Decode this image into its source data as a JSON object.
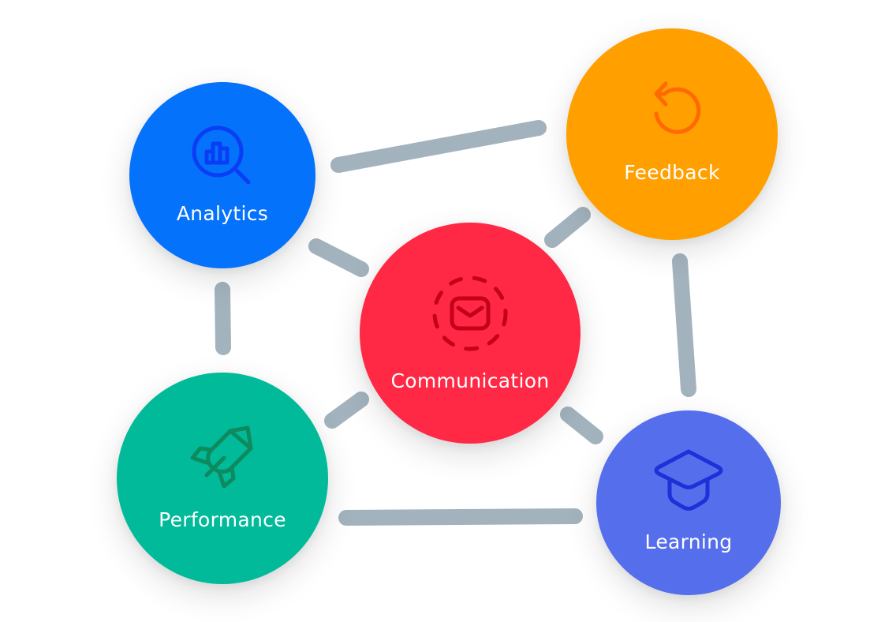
{
  "diagram": {
    "type": "network",
    "nodes": [
      {
        "id": "analytics",
        "label": "Analytics",
        "icon": "search-chart-icon",
        "color": "#0572FB",
        "icon_color": "#0A3EF5"
      },
      {
        "id": "feedback",
        "label": "Feedback",
        "icon": "undo-arrow-icon",
        "color": "#FF9F00",
        "icon_color": "#FF6A00"
      },
      {
        "id": "communication",
        "label": "Communication",
        "icon": "mail-icon",
        "color": "#FF2845",
        "icon_color": "#C4001A"
      },
      {
        "id": "performance",
        "label": "Performance",
        "icon": "rocket-icon",
        "color": "#00BA99",
        "icon_color": "#0E8A5E"
      },
      {
        "id": "learning",
        "label": "Learning",
        "icon": "graduation-cap-icon",
        "color": "#556EEC",
        "icon_color": "#1E30D8"
      }
    ],
    "edges": [
      {
        "from": "analytics",
        "to": "feedback"
      },
      {
        "from": "analytics",
        "to": "communication"
      },
      {
        "from": "analytics",
        "to": "performance"
      },
      {
        "from": "feedback",
        "to": "communication"
      },
      {
        "from": "feedback",
        "to": "learning"
      },
      {
        "from": "communication",
        "to": "performance"
      },
      {
        "from": "communication",
        "to": "learning"
      },
      {
        "from": "performance",
        "to": "learning"
      }
    ],
    "edge_color": "#A3B3BE"
  }
}
